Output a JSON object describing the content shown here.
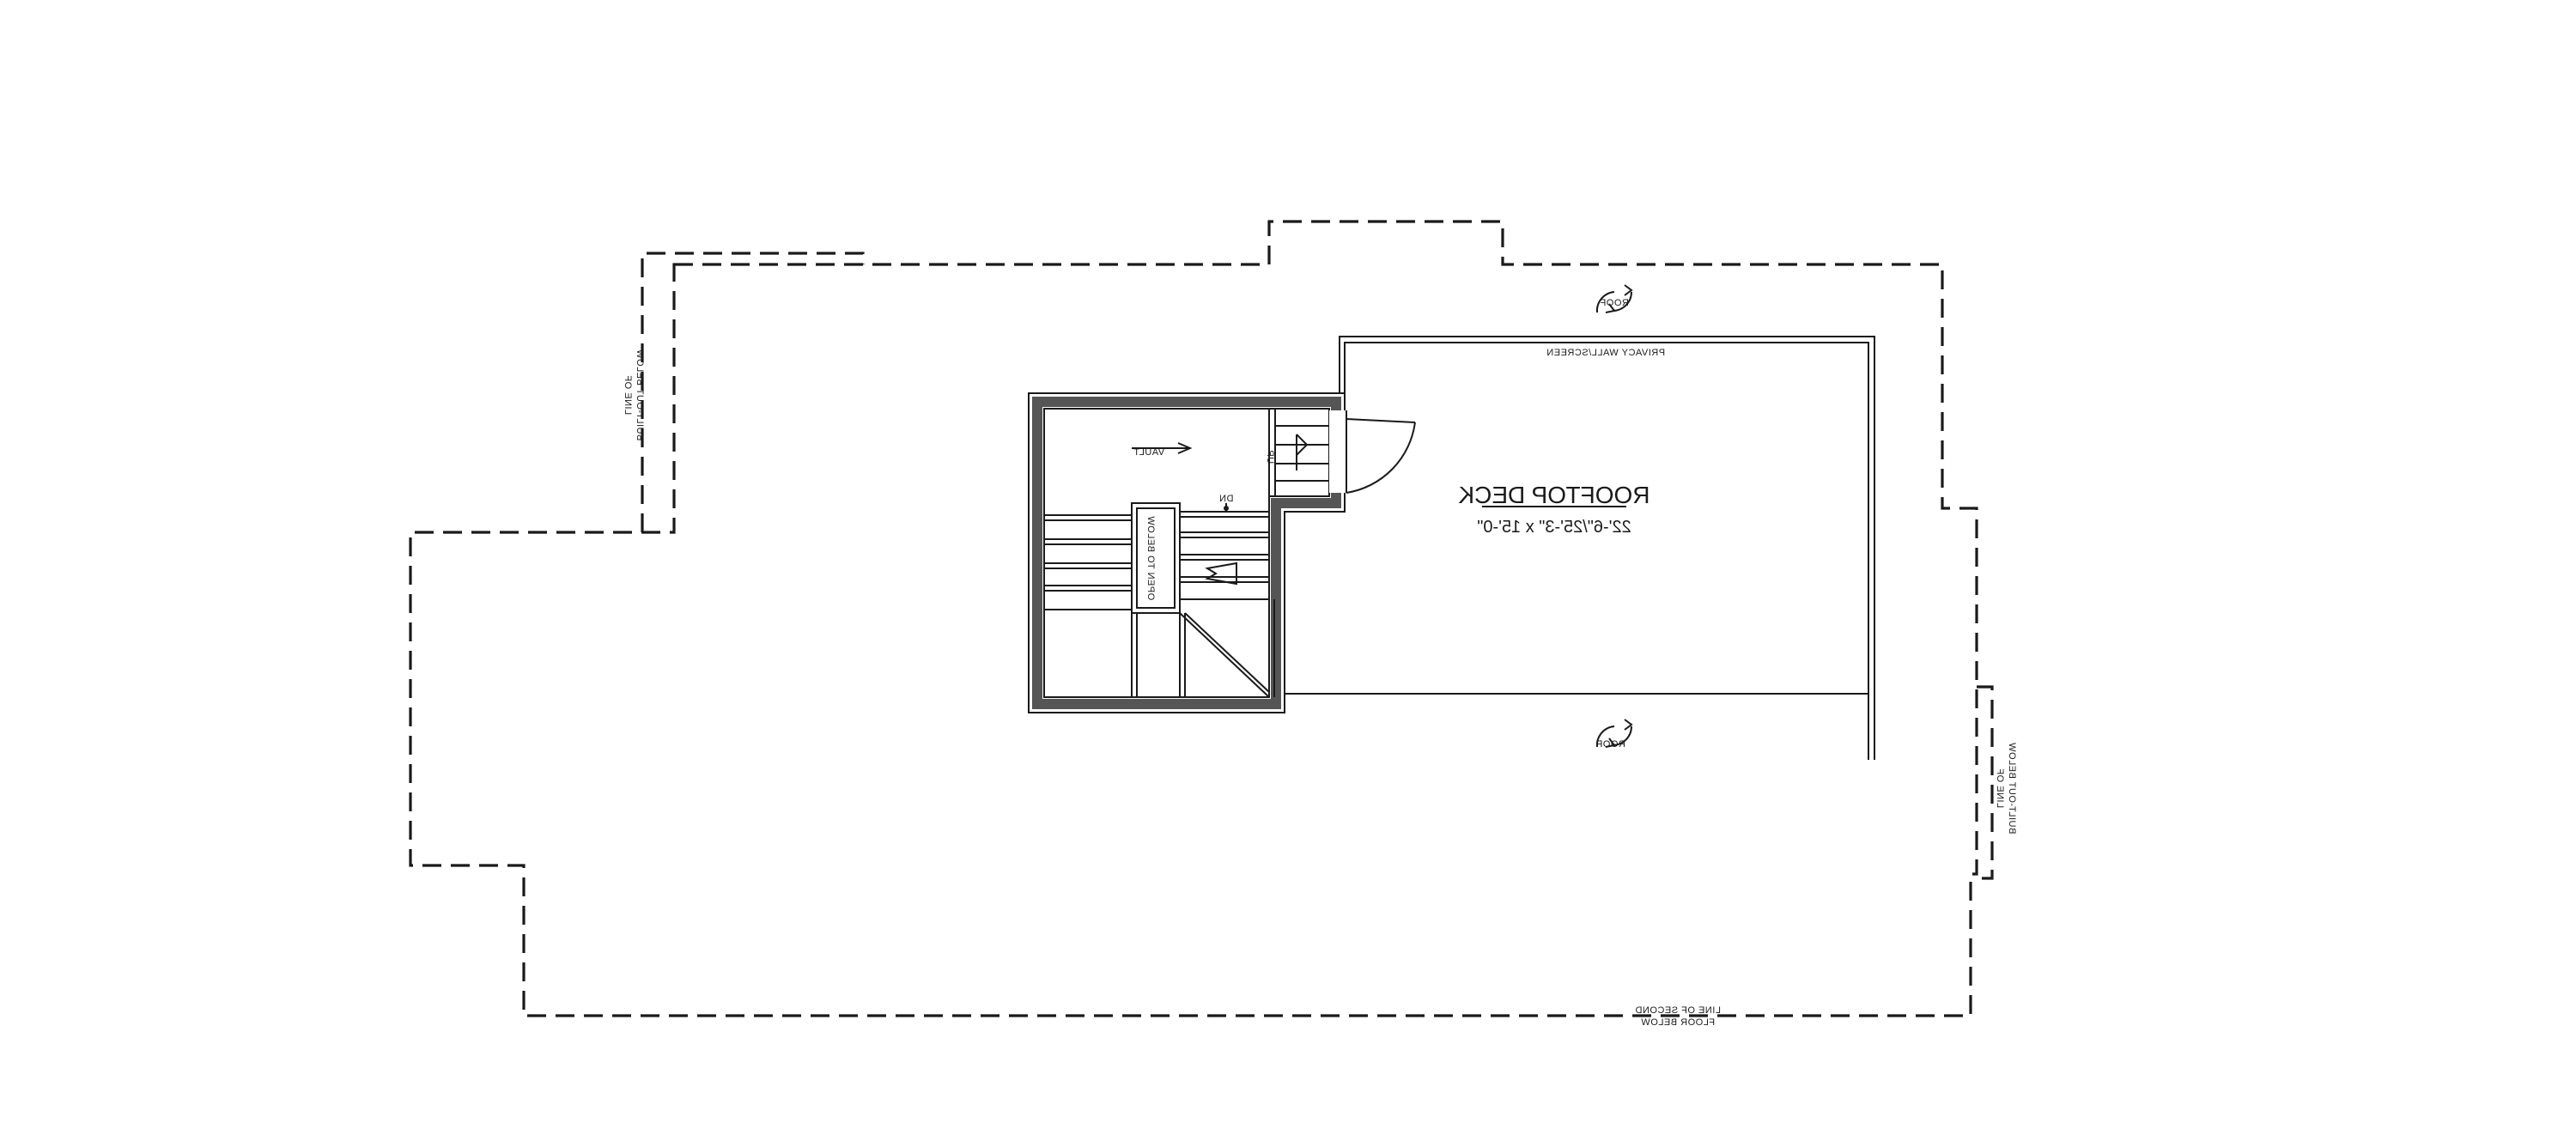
{
  "plan": {
    "room_name": "ROOFTOP DECK",
    "room_dims": "22'-6\"/25'-3\" x 15'-0\"",
    "privacy": "PRIVACY WALL/SCREEN",
    "roof_top": "ROOF",
    "roof_bottom": "ROOF",
    "vault": "VAULT",
    "up": "UP",
    "dn": "DN",
    "open_to_below": "OPEN TO BELOW",
    "built_left_1": "BUILT-OUT BELOW",
    "built_left_2": "LINE OF",
    "built_right_1": "BUILT-OUT BELOW",
    "built_right_2": "LINE OF",
    "line_second_1": "LINE OF SECOND",
    "line_second_2": "FLOOR BELOW"
  }
}
